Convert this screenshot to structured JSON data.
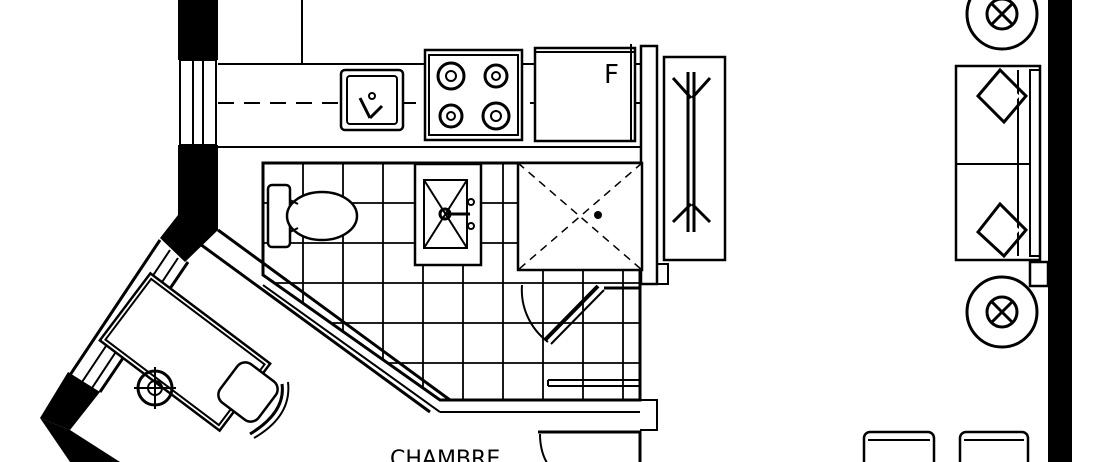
{
  "plan": {
    "rooms": [
      {
        "id": "chambre",
        "label": "CHAMBRE"
      }
    ],
    "appliances": {
      "fridge_letter": "F"
    },
    "colors": {
      "line": "#000000",
      "background": "#ffffff"
    }
  }
}
